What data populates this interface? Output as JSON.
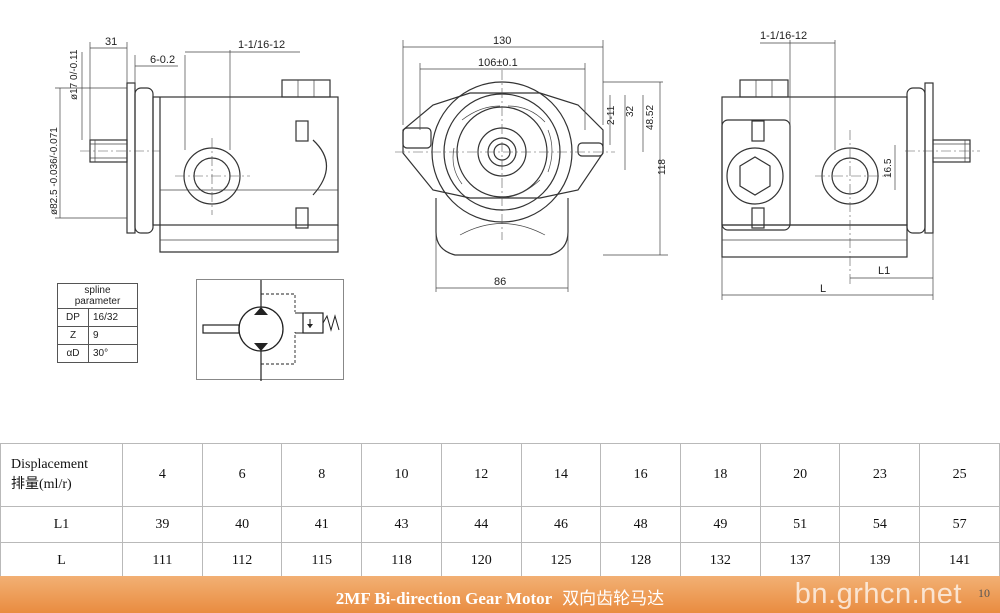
{
  "drawing": {
    "left_view": {
      "dims": [
        "31",
        "6-0.2",
        "1-1/16-12",
        "ø17 0/-0.11",
        "ø82.5 -0.036/-0.071"
      ]
    },
    "front_view": {
      "dims": [
        "130",
        "106±0.1",
        "2-11",
        "32",
        "48.52",
        "118",
        "86"
      ]
    },
    "right_view": {
      "dims": [
        "1-1/16-12",
        "16.5",
        "L1",
        "L"
      ]
    }
  },
  "spline": {
    "title": "spline parameter",
    "rows": [
      {
        "key": "DP",
        "value": "16/32"
      },
      {
        "key": "Z",
        "value": "9"
      },
      {
        "key": "αD",
        "value": "30°"
      }
    ]
  },
  "table": {
    "displacement_label": "Displacement",
    "displacement_label_cn": "排量(ml/r)",
    "displacement": [
      "4",
      "6",
      "8",
      "10",
      "12",
      "14",
      "16",
      "18",
      "20",
      "23",
      "25"
    ],
    "l1_label": "L1",
    "l1": [
      "39",
      "40",
      "41",
      "43",
      "44",
      "46",
      "48",
      "49",
      "51",
      "54",
      "57"
    ],
    "l_label": "L",
    "l": [
      "111",
      "112",
      "115",
      "118",
      "120",
      "125",
      "128",
      "132",
      "137",
      "139",
      "141"
    ]
  },
  "footer": {
    "title": "2MF Bi-direction Gear Motor",
    "title_cn": "双向齿轮马达",
    "watermark": "bn.grhcn.net",
    "page": "10",
    "color": "#e98c40"
  }
}
